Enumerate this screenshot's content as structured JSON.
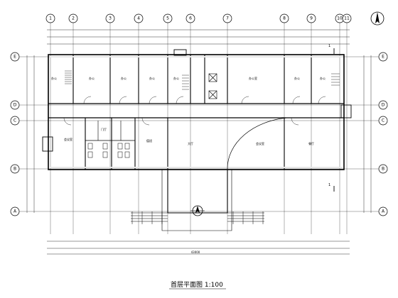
{
  "drawing": {
    "caption": "首层平面图 1:100",
    "section_mark": "1",
    "axes_top": [
      "1",
      "2",
      "3",
      "4",
      "5",
      "6",
      "7",
      "8",
      "9",
      "10",
      "11"
    ],
    "axes_side": [
      "A",
      "B",
      "C",
      "D",
      "E"
    ],
    "rooms": [
      {
        "key": "r1",
        "label": "办公"
      },
      {
        "key": "r2",
        "label": "办公"
      },
      {
        "key": "r3",
        "label": "办公"
      },
      {
        "key": "r4",
        "label": "办公"
      },
      {
        "key": "r5",
        "label": "办公"
      },
      {
        "key": "r6",
        "label": "办公室"
      },
      {
        "key": "r7",
        "label": "办公"
      },
      {
        "key": "r8",
        "label": "办公"
      },
      {
        "key": "r9",
        "label": "会议室"
      },
      {
        "key": "r10",
        "label": "门厅"
      },
      {
        "key": "r11",
        "label": "值班"
      },
      {
        "key": "r12",
        "label": "大厅"
      },
      {
        "key": "r13",
        "label": "会议室"
      },
      {
        "key": "r14",
        "label": "餐厅"
      }
    ],
    "total_dim": "43000"
  },
  "colors": {
    "line": "#000000",
    "background": "#ffffff"
  }
}
